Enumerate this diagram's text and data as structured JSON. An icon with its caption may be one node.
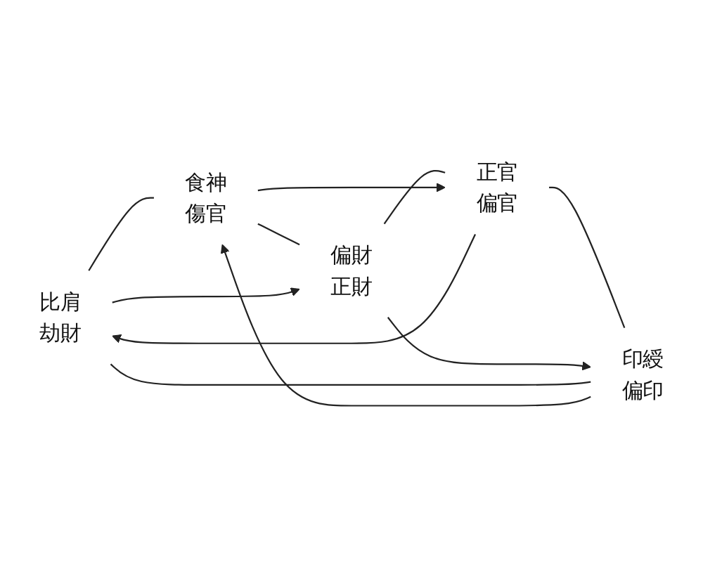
{
  "diagram": {
    "nodes": [
      {
        "text": [
          "比肩",
          "劫財"
        ]
      },
      {
        "text": [
          "食神",
          "傷官"
        ]
      },
      {
        "text": [
          "偏財",
          "正財"
        ]
      },
      {
        "text": [
          "正官",
          "偏官"
        ]
      },
      {
        "text": [
          "印綬",
          "偏印"
        ]
      }
    ],
    "edges": [
      {
        "from": 0,
        "to": 1,
        "arrow": "none"
      },
      {
        "from": 1,
        "to": 2,
        "arrow": "none"
      },
      {
        "from": 2,
        "to": 3,
        "arrow": "none"
      },
      {
        "from": 3,
        "to": 4,
        "arrow": "none"
      },
      {
        "from": 4,
        "to": 0,
        "arrow": "none"
      },
      {
        "from": 0,
        "to": 2,
        "arrow": "to"
      },
      {
        "from": 2,
        "to": 4,
        "arrow": "to"
      },
      {
        "from": 4,
        "to": 1,
        "arrow": "to"
      },
      {
        "from": 1,
        "to": 3,
        "arrow": "to"
      },
      {
        "from": 3,
        "to": 0,
        "arrow": "to"
      }
    ]
  }
}
